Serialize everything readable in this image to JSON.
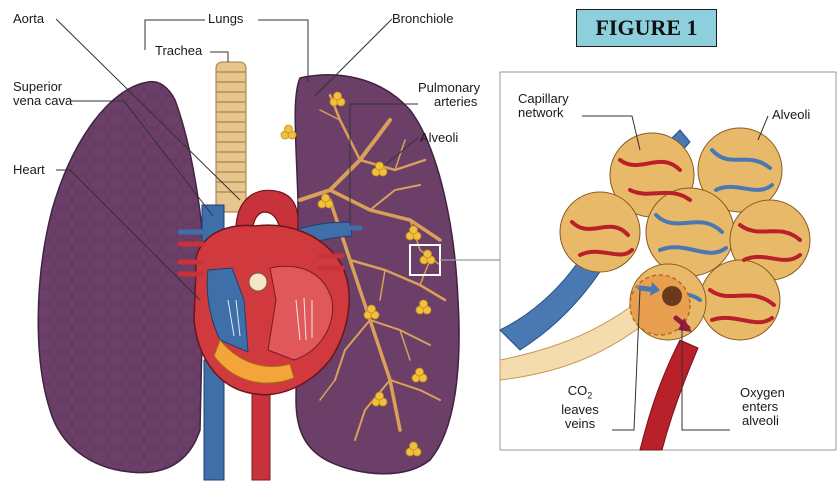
{
  "figure_title": "FIGURE 1",
  "labels": {
    "aorta": "Aorta",
    "lungs": "Lungs",
    "trachea": "Trachea",
    "bronchiole": "Bronchiole",
    "superior_vena_cava_line1": "Superior",
    "superior_vena_cava_line2": "vena cava",
    "heart": "Heart",
    "pulmonary_arteries_line1": "Pulmonary",
    "pulmonary_arteries_line2": "arteries",
    "alveoli_lung": "Alveoli",
    "capillary_network_line1": "Capillary",
    "capillary_network_line2": "network",
    "alveoli_detail": "Alveoli",
    "co2_line1": "CO",
    "co2_subscript": "2",
    "co2_line2": "leaves",
    "co2_line3": "veins",
    "oxygen_line1": "Oxygen",
    "oxygen_line2": "enters",
    "oxygen_line3": "alveoli"
  },
  "colors": {
    "lung": "#6b3f68",
    "lung_dark": "#4f2c4e",
    "bronchi": "#d9a05a",
    "heart": "#c8323a",
    "vein": "#3f6fa8",
    "alveolus": "#e9b96a",
    "capillary_red": "#b8202a",
    "capillary_blue": "#4a78b3",
    "trachea": "#e6c58f"
  }
}
